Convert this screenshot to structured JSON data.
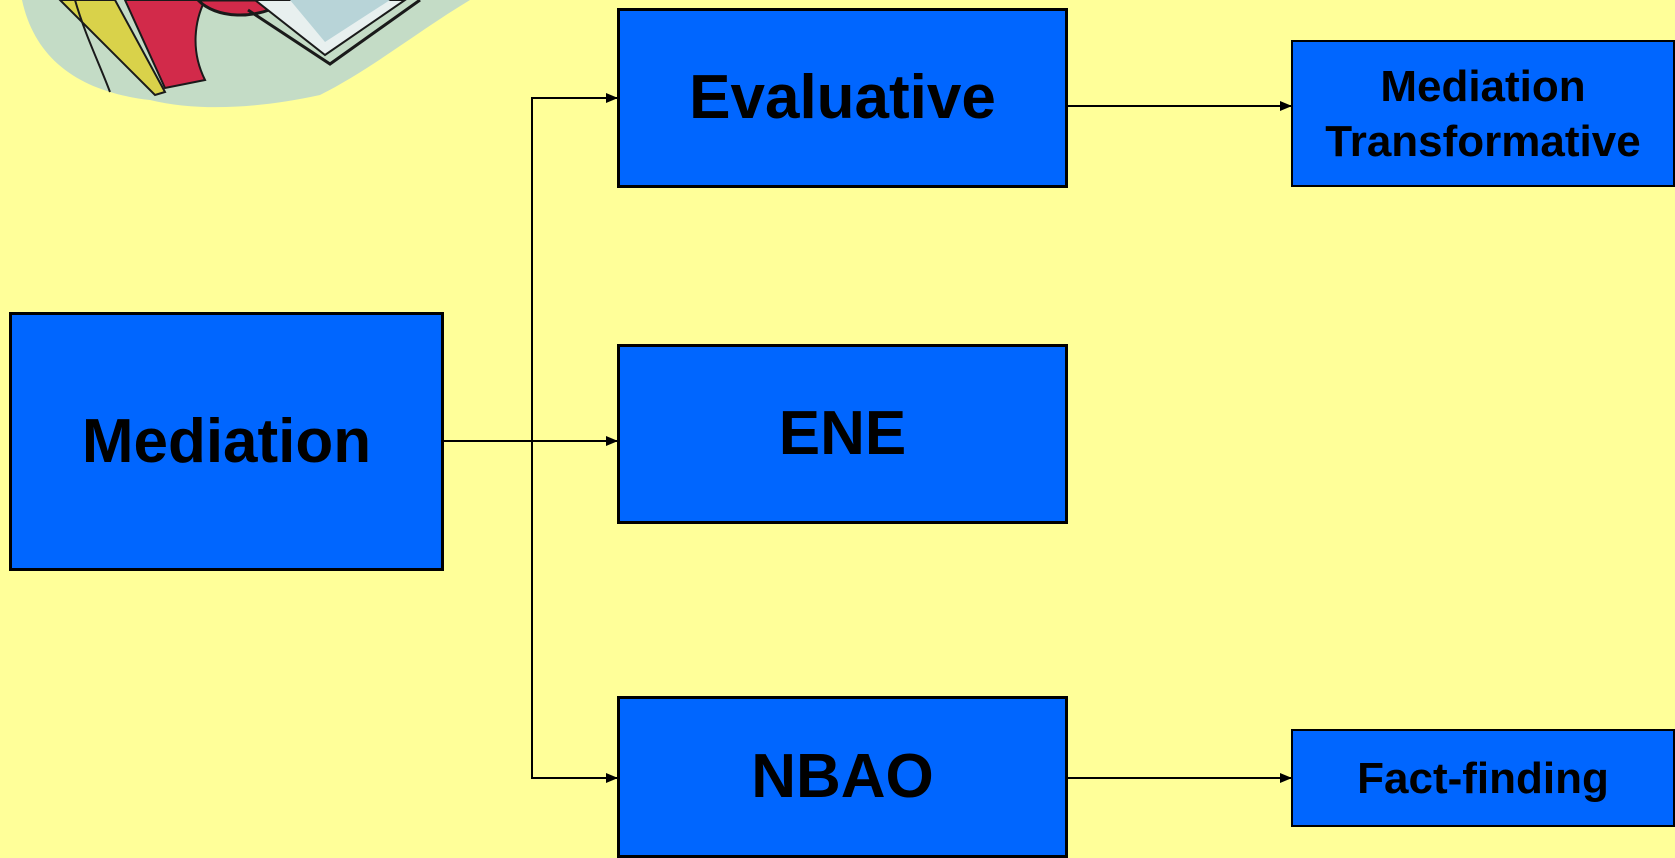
{
  "nodes": {
    "root": "Mediation",
    "evaluative": "Evaluative",
    "ene": "ENE",
    "nbao": "NBAO",
    "transformative": "Mediation Transformative",
    "fact_finding": "Fact-finding"
  },
  "colors": {
    "background": "#ffff99",
    "box_fill": "#0066ff",
    "box_border": "#000000",
    "text": "#000000",
    "connector": "#000000"
  },
  "icons": {
    "clipart": "decorative-clipart-icon"
  }
}
